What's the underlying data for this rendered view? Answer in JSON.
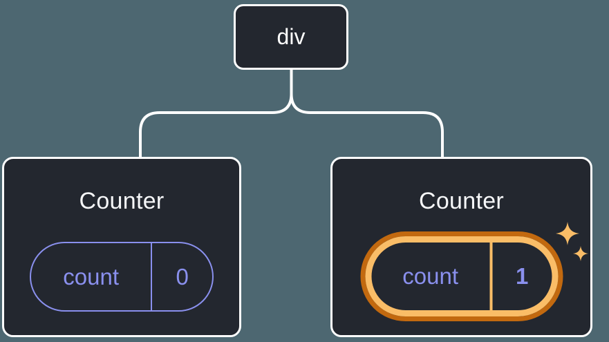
{
  "diagram": {
    "root": {
      "label": "div"
    },
    "children": [
      {
        "title": "Counter",
        "state": {
          "key": "count",
          "value": "0"
        },
        "highlighted": false
      },
      {
        "title": "Counter",
        "state": {
          "key": "count",
          "value": "1"
        },
        "highlighted": true
      }
    ]
  },
  "icons": {
    "sparkles": "sparkles-icon"
  },
  "colors": {
    "background": "#4D6771",
    "node_background": "#23272F",
    "node_border": "#FFFFFF",
    "connector": "#FFFFFF",
    "title_text": "#F6F7F9",
    "state_purple": "#8A90EE",
    "highlight_orange_dark": "#C2690F",
    "highlight_orange_light": "#FABD67"
  }
}
